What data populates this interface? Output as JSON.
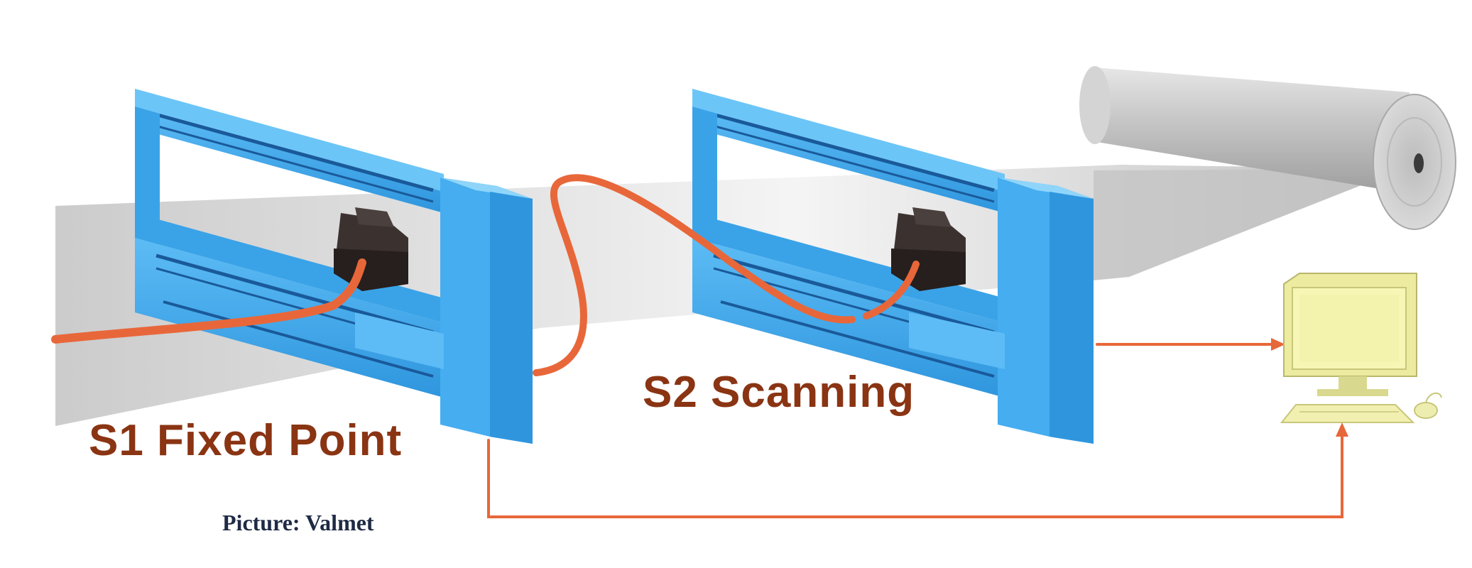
{
  "labels": {
    "s1": "S1 Fixed Point",
    "s2": "S2 Scanning",
    "credit": "Picture: Valmet"
  },
  "colors": {
    "frame": "#45adf0",
    "cable": "#e8673a",
    "label": "#8a3413",
    "credit": "#1f2a44",
    "paper": "#c8c8c8",
    "monitor": "#f4f3ad"
  },
  "icons": {
    "paper_roll": "paper-roll-icon",
    "computer": "computer-icon",
    "sensor_head": "sensor-head-icon"
  }
}
